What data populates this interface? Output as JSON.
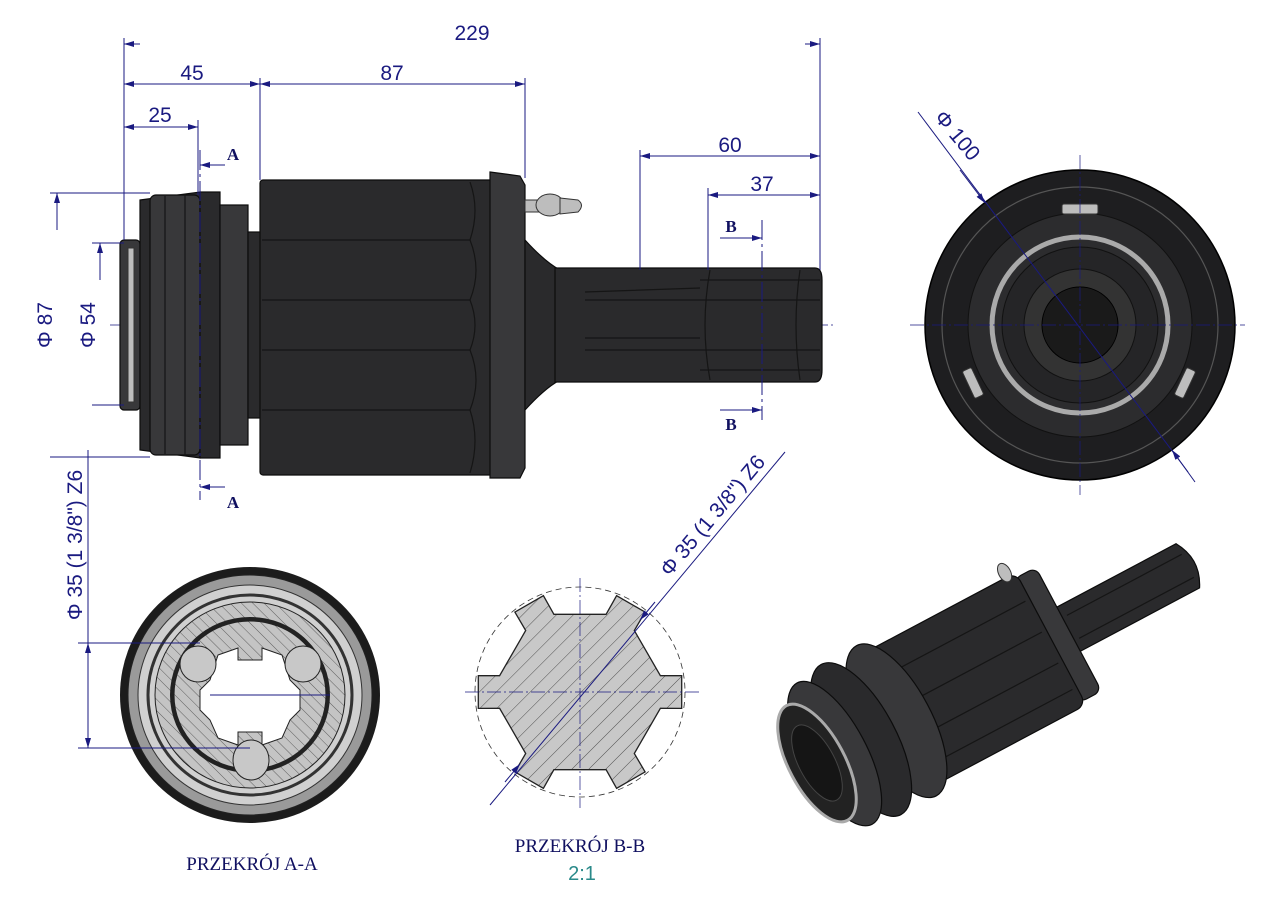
{
  "drawing": {
    "dimensions": {
      "overall_length": "229",
      "d45": "45",
      "d87": "87",
      "d25": "25",
      "d60": "60",
      "d37": "37",
      "dia87": "Φ 87",
      "dia54": "Φ 54",
      "dia100": "Φ 100",
      "spline_vertical": "Φ 35  (1 3/8\") Z6",
      "spline_diagonal": "Φ 35  (1 3/8\") Z6"
    },
    "section_markers": {
      "a_top": "A",
      "a_bottom": "A",
      "b_top": "B",
      "b_bottom": "B"
    },
    "labels": {
      "section_aa": "PRZEKRÓJ A-A",
      "section_bb": "PRZEKRÓJ B-B",
      "scale_bb": "2:1"
    },
    "colors": {
      "dimension": "#1a1a80",
      "part": "#2a2a2c",
      "scale_text": "#2a8a8a"
    }
  }
}
